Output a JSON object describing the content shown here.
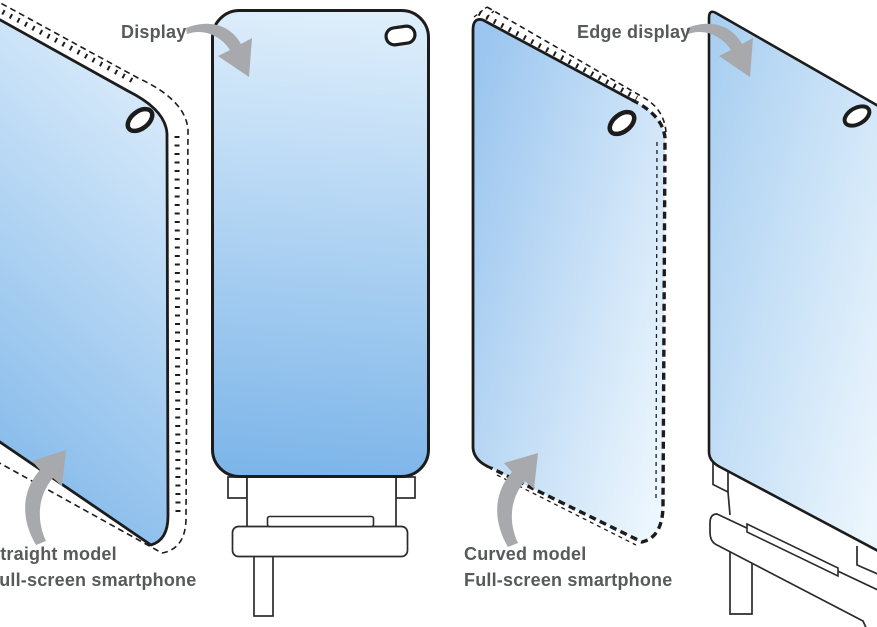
{
  "annotations": {
    "display_callout": "Display",
    "edge_display_callout": "Edge display"
  },
  "captions": {
    "straight": {
      "line1": "Straight model",
      "line2": "Full-screen smartphone"
    },
    "curved": {
      "line1": "Curved model",
      "line2": "Full-screen smartphone"
    }
  },
  "figures": [
    {
      "name": "straight-model-phone",
      "depicts": "full-screen smartphone with straight display, perspective line art"
    },
    {
      "name": "straight-display-panel",
      "depicts": "flat display panel with punch-hole camera and flex connector"
    },
    {
      "name": "curved-model-phone",
      "depicts": "full-screen smartphone with curved edge display, perspective line art"
    },
    {
      "name": "edge-display-panel",
      "depicts": "curved edge display panel with punch-hole camera and flex connector"
    }
  ],
  "icons": {
    "camera_cutout": "punch-hole-camera-icon",
    "callout_arrow": "curved-arrow-icon"
  },
  "colors": {
    "background": "#ffffff",
    "line": "#1c1c1c",
    "connector-line": "#2b2b2b",
    "label-text": "#58595b",
    "arrow": "#a7a9ac",
    "screen-light": "#deeefb",
    "screen-dark": "#7db5e9",
    "screen-deep": "#9cc6ef",
    "screen-deep2": "#a9cff1",
    "screen-pale": "#ecf6fd"
  }
}
